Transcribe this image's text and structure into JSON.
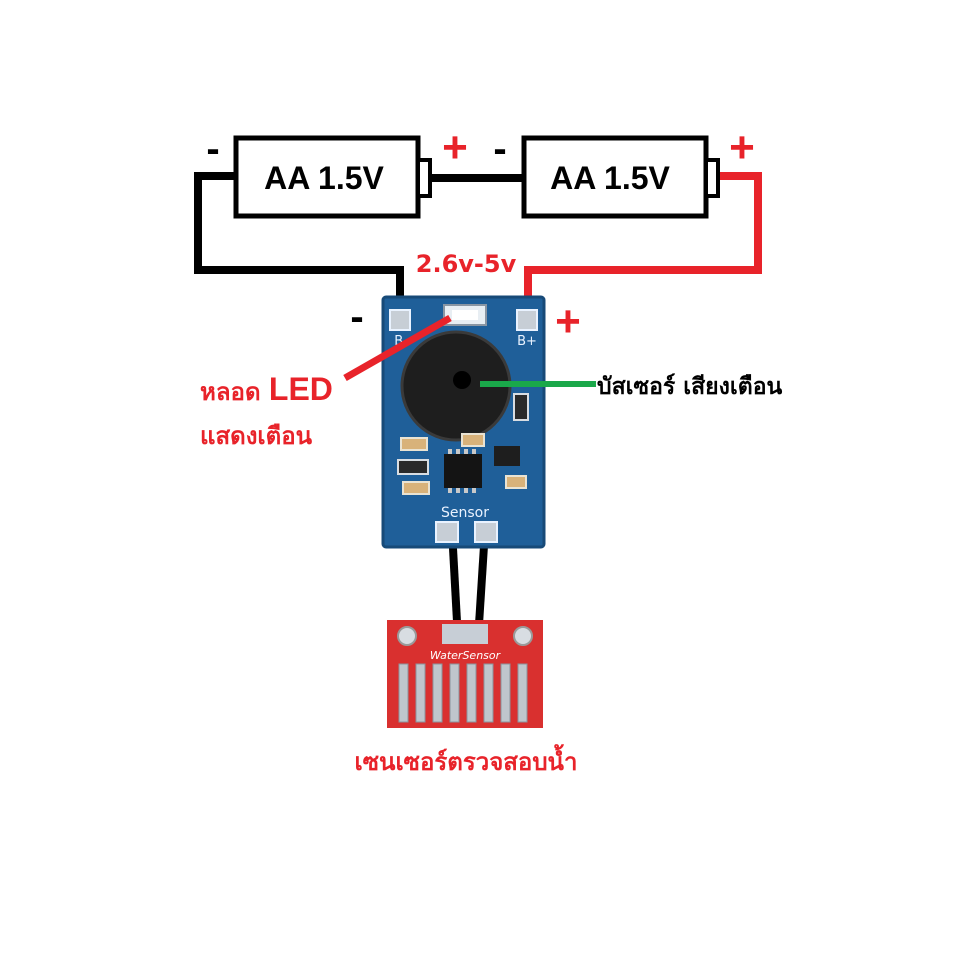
{
  "batteries": [
    {
      "label": "AA 1.5V",
      "minus": "-",
      "plus": "+"
    },
    {
      "label": "AA 1.5V",
      "minus": "-",
      "plus": "+"
    }
  ],
  "voltage_label": "2.6v-5v",
  "module": {
    "minus_sign": "-",
    "plus_sign": "+",
    "pad_b_minus": "B-",
    "pad_b_plus": "B+",
    "sensor_label": "Sensor"
  },
  "annotations": {
    "led_prefix": "หลอด ",
    "led_word": "LED",
    "led_line2": "แสดงเตือน",
    "buzzer": "บัสเซอร์ เสียงเตือน",
    "water_sensor": "เซนเซอร์ตรวจสอบน้ำ"
  },
  "sensor_board": {
    "label": "WaterSensor"
  },
  "colors": {
    "wire_black": "#000000",
    "wire_red": "#e8232a",
    "wire_green": "#1aa84a",
    "pcb_blue": "#1f5f99",
    "sensor_red": "#d9302f"
  }
}
